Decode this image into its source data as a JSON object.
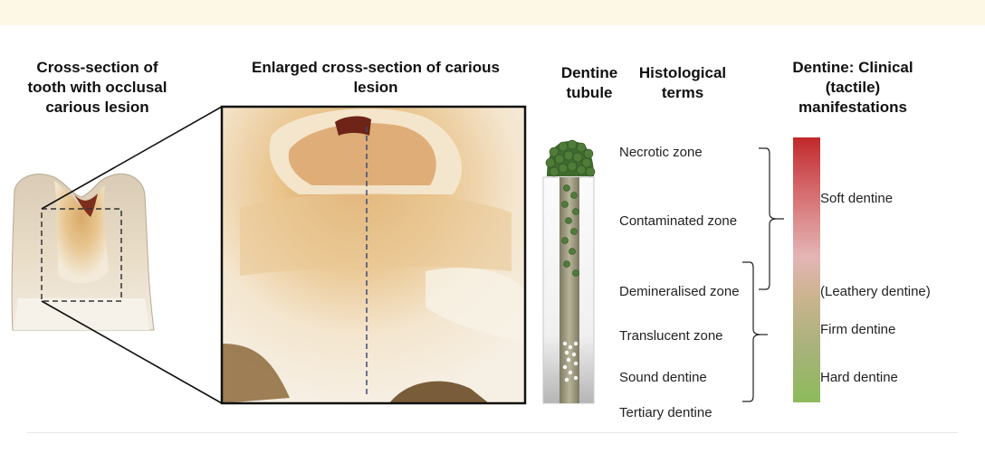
{
  "headers": {
    "cross_section": "Cross-section of tooth with occlusal carious lesion",
    "enlarged": "Enlarged cross-section of carious lesion",
    "tubule": "Dentine tubule",
    "histological": "Histological terms",
    "clinical": "Dentine: Clinical (tactile) manifestations"
  },
  "histological_terms": [
    "Necrotic zone",
    "Contaminated zone",
    "Demineralised zone",
    "Translucent zone",
    "Sound dentine",
    "Tertiary dentine"
  ],
  "clinical_terms": [
    "Soft dentine",
    "(Leathery dentine)",
    "Firm dentine",
    "Hard dentine"
  ],
  "colors": {
    "soft": "#c0282b",
    "leathery": "#c4a884",
    "hard": "#8dbb5a",
    "bacteria": "#3f6b2f"
  }
}
